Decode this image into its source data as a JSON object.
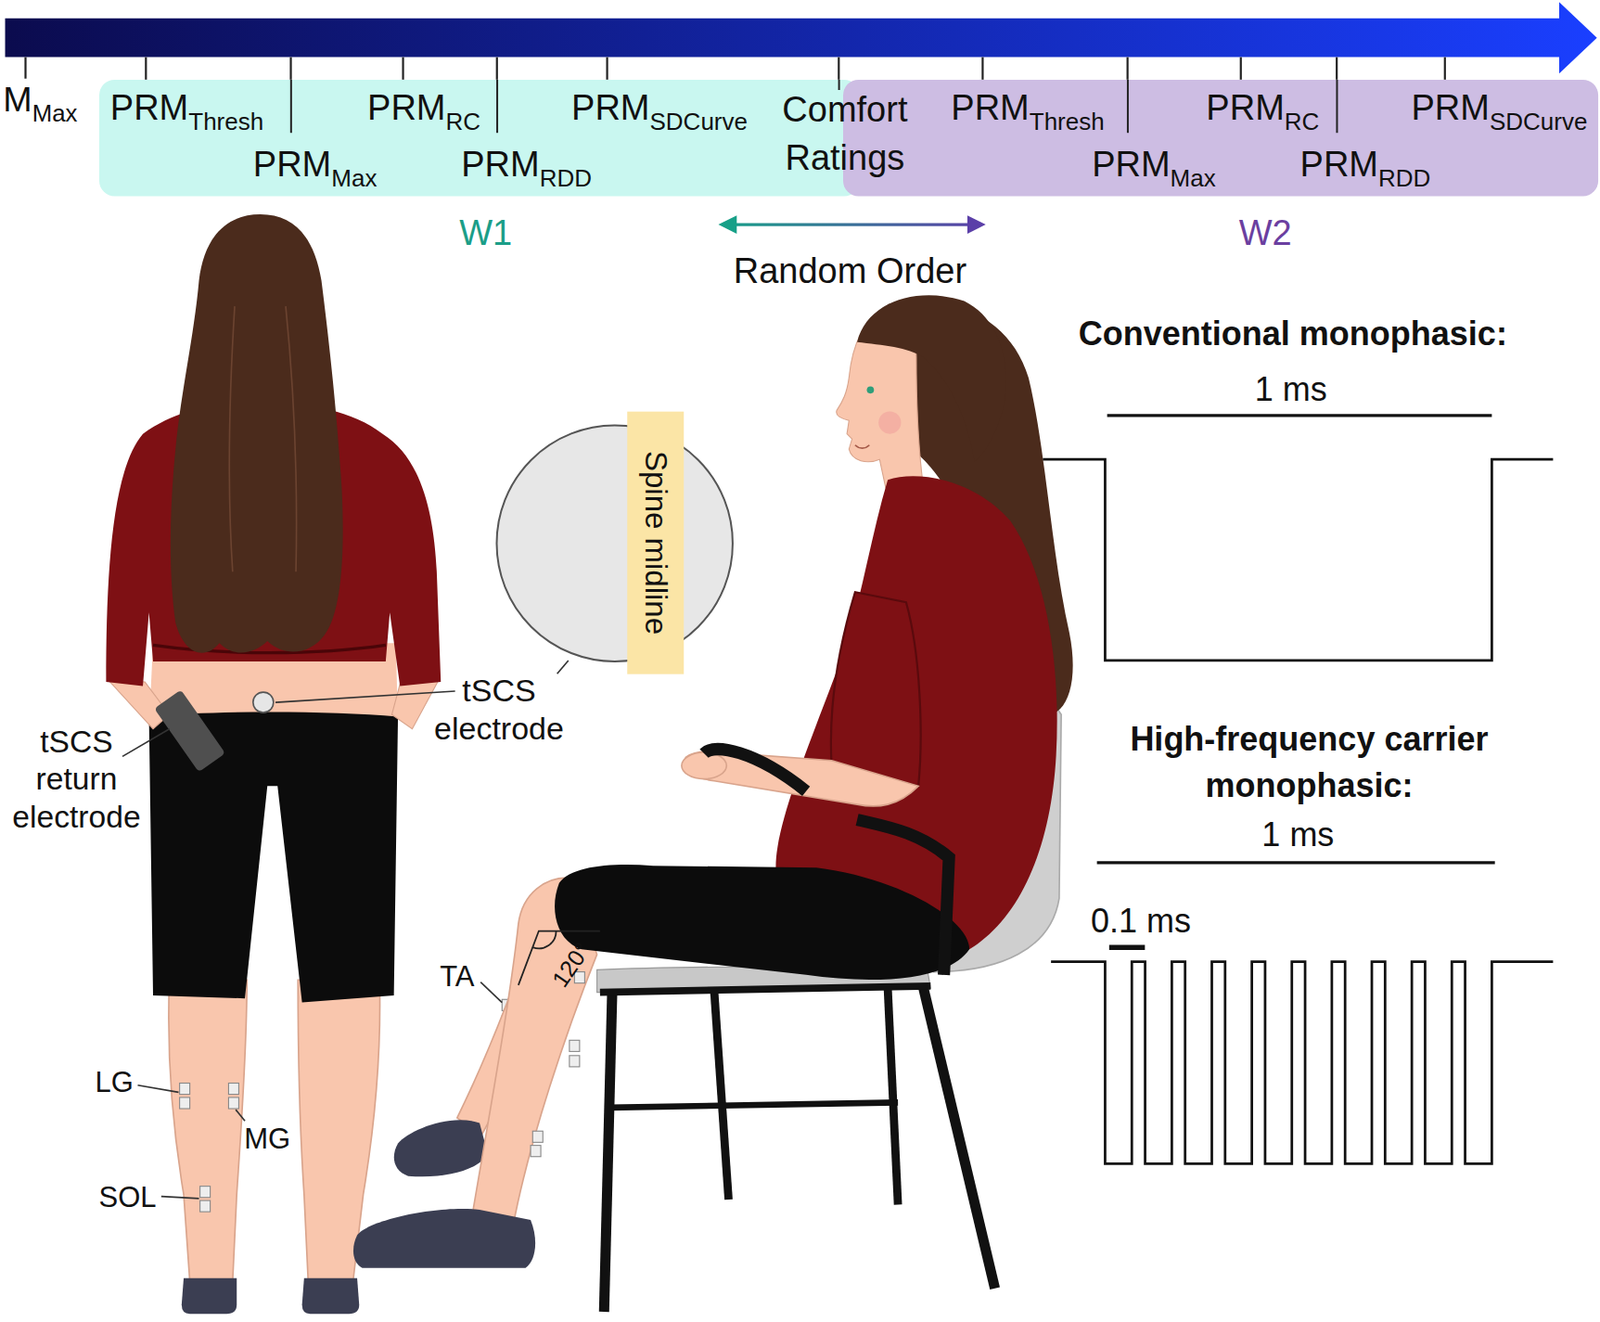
{
  "diagram": {
    "nodes": [
      {
        "text": [
          "PRM",
          "Thresh",
          "PRM",
          "Max",
          "PRM",
          "RC",
          "PRM",
          "RDD",
          "PRM",
          "SDCurve",
          "W1"
        ]
      },
      {
        "text": [
          "PRM",
          "Thresh",
          "PRM",
          "Max",
          "PRM",
          "RC",
          "PRM",
          "RDD",
          "PRM",
          "SDCurve",
          "W2"
        ]
      },
      {
        "text": [
          "Spine midline"
        ]
      }
    ],
    "labels": [
      "M",
      "Max",
      "Comfort Ratings",
      "Random Order",
      "Conventional monophasic:",
      "1 ms",
      "tSCS electrode",
      "tSCS return electrode",
      "High-frequency carrier monophasic:",
      "1 ms",
      "0.1 ms",
      "TA",
      "120°",
      "LG",
      "MG",
      "SOL"
    ]
  }
}
